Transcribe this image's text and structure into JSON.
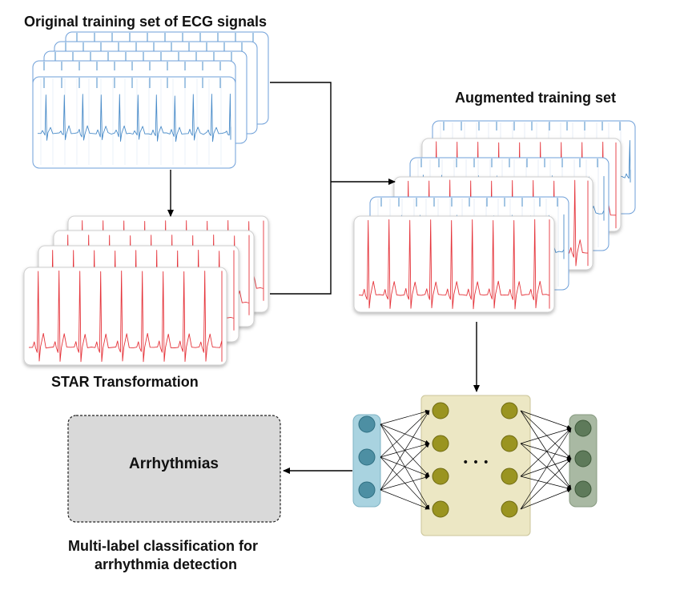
{
  "labels": {
    "original_set": "Original training set of ECG signals",
    "star": "STAR Transformation",
    "augmented": "Augmented training set",
    "arrhythmias": "Arrhythmias",
    "multilabel_line1": "Multi-label classification for",
    "multilabel_line2": "arrhythmia detection",
    "ellipsis": "•  •  •"
  },
  "colors": {
    "ecg_blue": "#4a8cc9",
    "ecg_red": "#e5333a",
    "card_border_blue": "#6e9fd8",
    "input_layer_fill": "#a9d3e0",
    "input_node": "#4d8fa3",
    "hidden_layer_fill": "#ece7c4",
    "hidden_node": "#9a9420",
    "output_layer_fill": "#a9b9a3",
    "output_node": "#5e7a5a",
    "result_box_fill": "#d9d9d9"
  },
  "network": {
    "input_nodes": 3,
    "hidden_rows": 4,
    "hidden_cols": 2,
    "output_nodes": 3
  }
}
